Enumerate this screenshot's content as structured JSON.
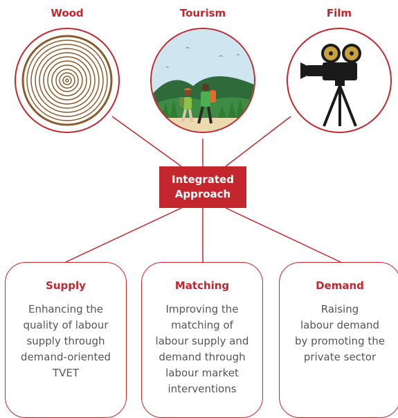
{
  "colors": {
    "accent": "#c4262e",
    "text_body": "#555555"
  },
  "sectors": [
    {
      "title": "Wood",
      "icon": "tree-rings-icon"
    },
    {
      "title": "Tourism",
      "icon": "hikers-illustration"
    },
    {
      "title": "Film",
      "icon": "film-camera-icon"
    }
  ],
  "center": {
    "line1": "Integrated",
    "line2": "Approach"
  },
  "pillars": [
    {
      "title": "Supply",
      "lines": [
        "Enhancing the",
        "quality of labour",
        "supply through",
        "demand-oriented",
        "TVET"
      ]
    },
    {
      "title": "Matching",
      "lines": [
        "Improving the",
        "matching of",
        "labour supply and",
        "demand through",
        "labour market",
        "interventions"
      ]
    },
    {
      "title": "Demand",
      "lines": [
        "Raising",
        "labour demand",
        "by promoting the",
        "private sector"
      ]
    }
  ]
}
